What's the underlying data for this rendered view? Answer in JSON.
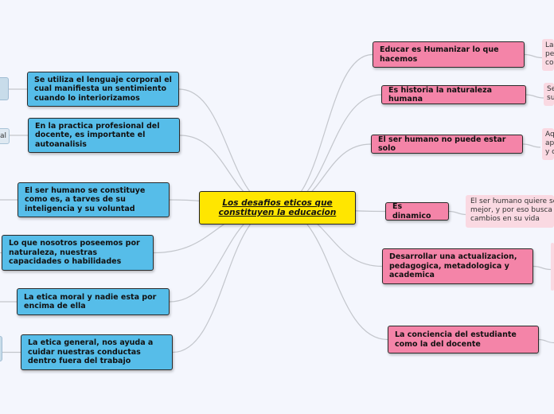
{
  "center": {
    "title": "Los desafios eticos que constituyen la educacion"
  },
  "left_nodes": [
    {
      "label": "Se utiliza el lenguaje corporal el cual manifiesta un sentimiento cuando lo interiorizamos"
    },
    {
      "label": "En la practica profesional del docente, es importante el autoanalisis"
    },
    {
      "label": "El ser humano se constituye como es, a tarves de su inteligencia y su voluntad"
    },
    {
      "label": "Lo que nosotros poseemos por naturaleza, nuestras capacidades o habilidades"
    },
    {
      "label": "La etica moral y nadie esta por encima de ella"
    },
    {
      "label": "La etica general, nos ayuda a cuidar nuestras conductas dentro fuera del trabajo"
    }
  ],
  "left_notes": [
    {
      "text": ""
    },
    {
      "text": "al"
    },
    {
      "text": ""
    }
  ],
  "right_nodes": [
    {
      "label": "Educar es Humanizar lo que hacemos"
    },
    {
      "label": "Es historia la naturaleza humana"
    },
    {
      "label": "El ser humano no puede estar solo"
    },
    {
      "label": "Es dinamico"
    },
    {
      "label": "Desarrollar una actualizacion, pedagogica, metadologica y academica"
    },
    {
      "label": "La conciencia del estudiante como la del docente"
    }
  ],
  "right_notes": [
    {
      "lines": [
        "La",
        "pe",
        "co"
      ]
    },
    {
      "lines": [
        "Se",
        "su"
      ]
    },
    {
      "lines": [
        "Aq",
        "ap",
        "y c"
      ]
    },
    {
      "lines": [
        "El ser humano quiere se",
        "mejor, y por eso busca",
        "cambios en su vida"
      ]
    }
  ],
  "colors": {
    "left_branch": "#56bde9",
    "right_branch": "#f484a8",
    "center": "#ffe600",
    "note": "#fad9e2",
    "link": "#c3c6cc"
  }
}
